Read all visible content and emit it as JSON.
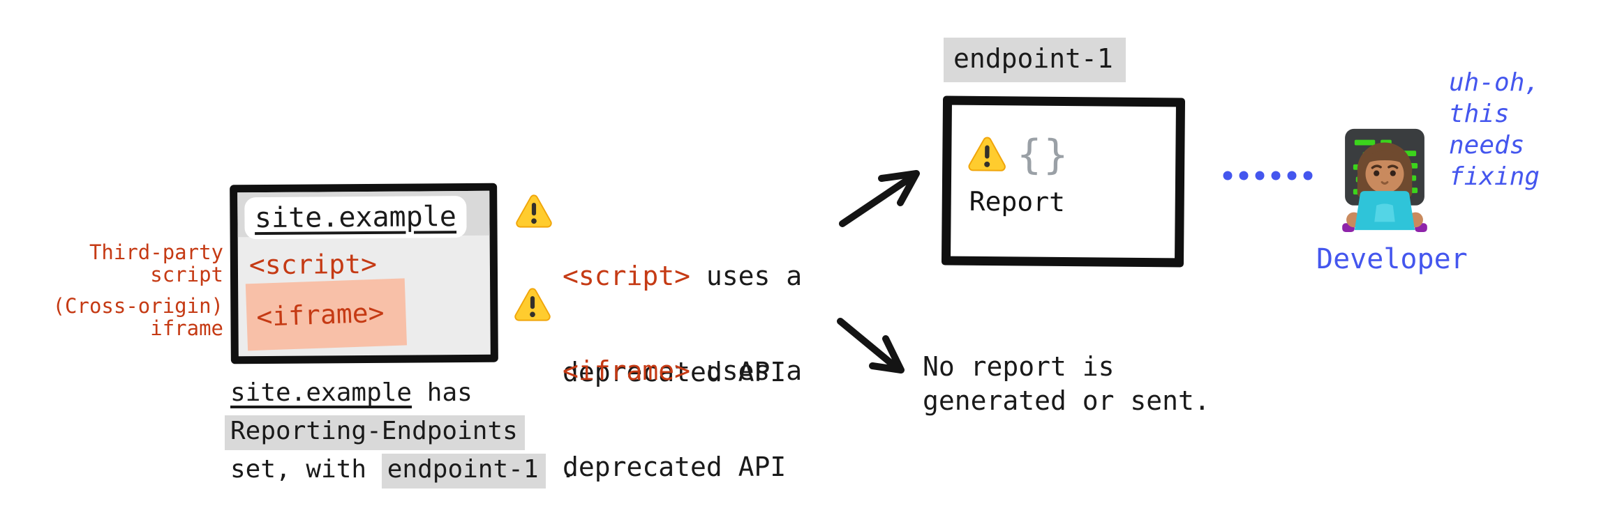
{
  "colors": {
    "red": "#c53a14",
    "salmon": "#f8c0a8",
    "highlight_gray": "#d9d9d9",
    "blue": "#4456ee",
    "brace_gray": "#9aa0a6",
    "warning_yellow": "#ffcc2e",
    "ink_black": "#141414"
  },
  "browser": {
    "title": "site.example",
    "script_tag": "<script>",
    "iframe_tag": "<iframe>",
    "third_party_label": "Third-party\nscript",
    "cross_origin_label": "(Cross-origin)\niframe"
  },
  "caption": {
    "site": "site.example",
    "after_site": " has",
    "reporting_endpoints": "Reporting-Endpoints",
    "line3_pre": "set, with ",
    "endpoint": "endpoint-1",
    "line3_post": " ."
  },
  "warnings": [
    {
      "tag": "<script>",
      "line1_rest": " uses a",
      "line2": "deprecated API"
    },
    {
      "tag": "<iframe>",
      "line1_rest": " uses a",
      "line2": "deprecated API"
    }
  ],
  "endpoint": {
    "label": "endpoint-1",
    "braces": "{}",
    "report": "Report"
  },
  "no_report_text": "No report is\ngenerated or sent.",
  "developer": {
    "label": "Developer",
    "thought": "uh-oh,\nthis\nneeds\nfixing"
  },
  "icons": {
    "warning": "warning-triangle",
    "developer": "woman-technologist-emoji",
    "report_braces": "json-braces"
  }
}
